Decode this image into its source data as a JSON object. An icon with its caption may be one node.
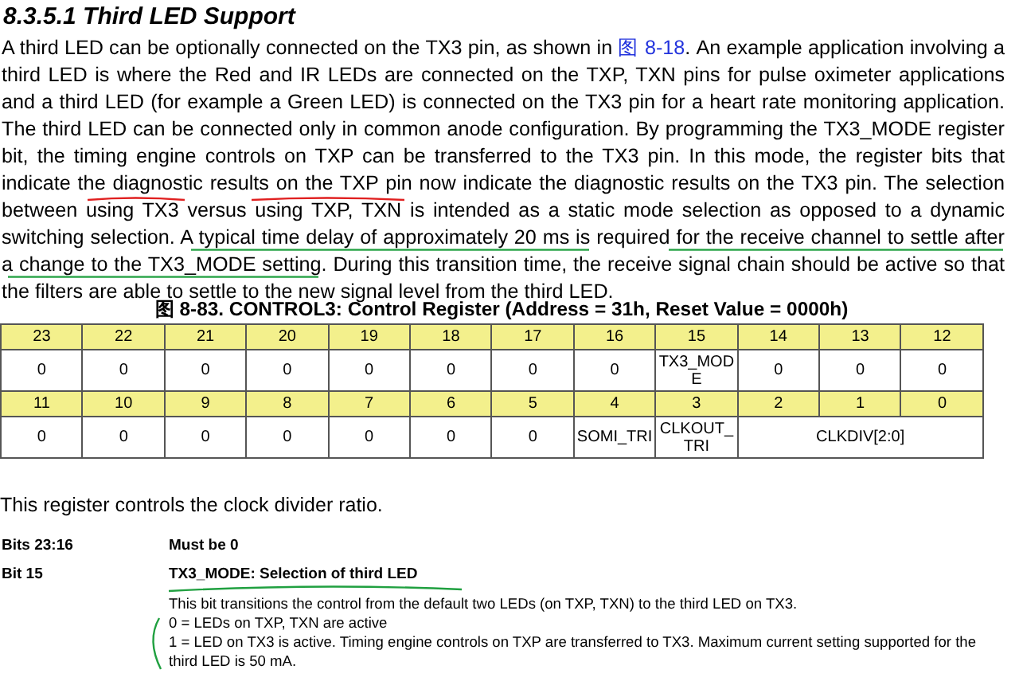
{
  "diagram": {
    "title": "8.3.5.1 Third LED Support",
    "labels": [
      "A third LED can be optionally connected on the TX3 pin, as shown in",
      "图 8-18",
      ". An example application involving a third LED is where the Red and IR LEDs are connected on the TXP, TXN pins for pulse oximeter applications and a third LED (for example a Green LED) is connected on the TX3 pin for a heart rate monitoring application. The third LED can be connected only in common anode configuration. By programming the TX3_MODE register bit, the timing engine controls on TXP can be transferred to the TX3 pin. In this mode, the register bits that indicate the diagnostic results on the TXP pin now indicate the diagnostic results on the TX3 pin. The selection between using TX3 versus using TXP, TXN is intended as a static mode selection as opposed to a dynamic switching selection. A typical time delay of approximately 20 ms is required for the receive channel to settle after a change to the TX3_MODE setting. During this transition time, the receive signal chain should be active so that the filters are able to settle to the new signal level from the third LED.",
      "图 8-83. CONTROL3: Control Register (Address = 31h, Reset Value = 0000h)",
      "23",
      "22",
      "21",
      "20",
      "19",
      "18",
      "17",
      "16",
      "15",
      "14",
      "13",
      "12",
      "0",
      "0",
      "0",
      "0",
      "0",
      "0",
      "0",
      "0",
      "TX3_MODE",
      "0",
      "0",
      "0",
      "11",
      "10",
      "9",
      "8",
      "7",
      "6",
      "5",
      "4",
      "3",
      "2",
      "1",
      "0",
      "0",
      "0",
      "0",
      "0",
      "0",
      "0",
      "0",
      "SOMI_TRI",
      "CLKOUT_TRI",
      "CLKDIV[2:0]",
      "This register controls the clock divider ratio.",
      "Bits 23:16",
      "Must be 0",
      "Bit 15",
      "TX3_MODE: Selection of third LED",
      "This bit transitions the control from the default two LEDs (on TXP, TXN) to the third LED on TX3.",
      "0 = LEDs on TXP, TXN are active",
      "1 = LED on TX3 is active. Timing engine controls on TXP are transferred to TX3. Maximum current setting supported for the third LED is 50 mA."
    ]
  }
}
